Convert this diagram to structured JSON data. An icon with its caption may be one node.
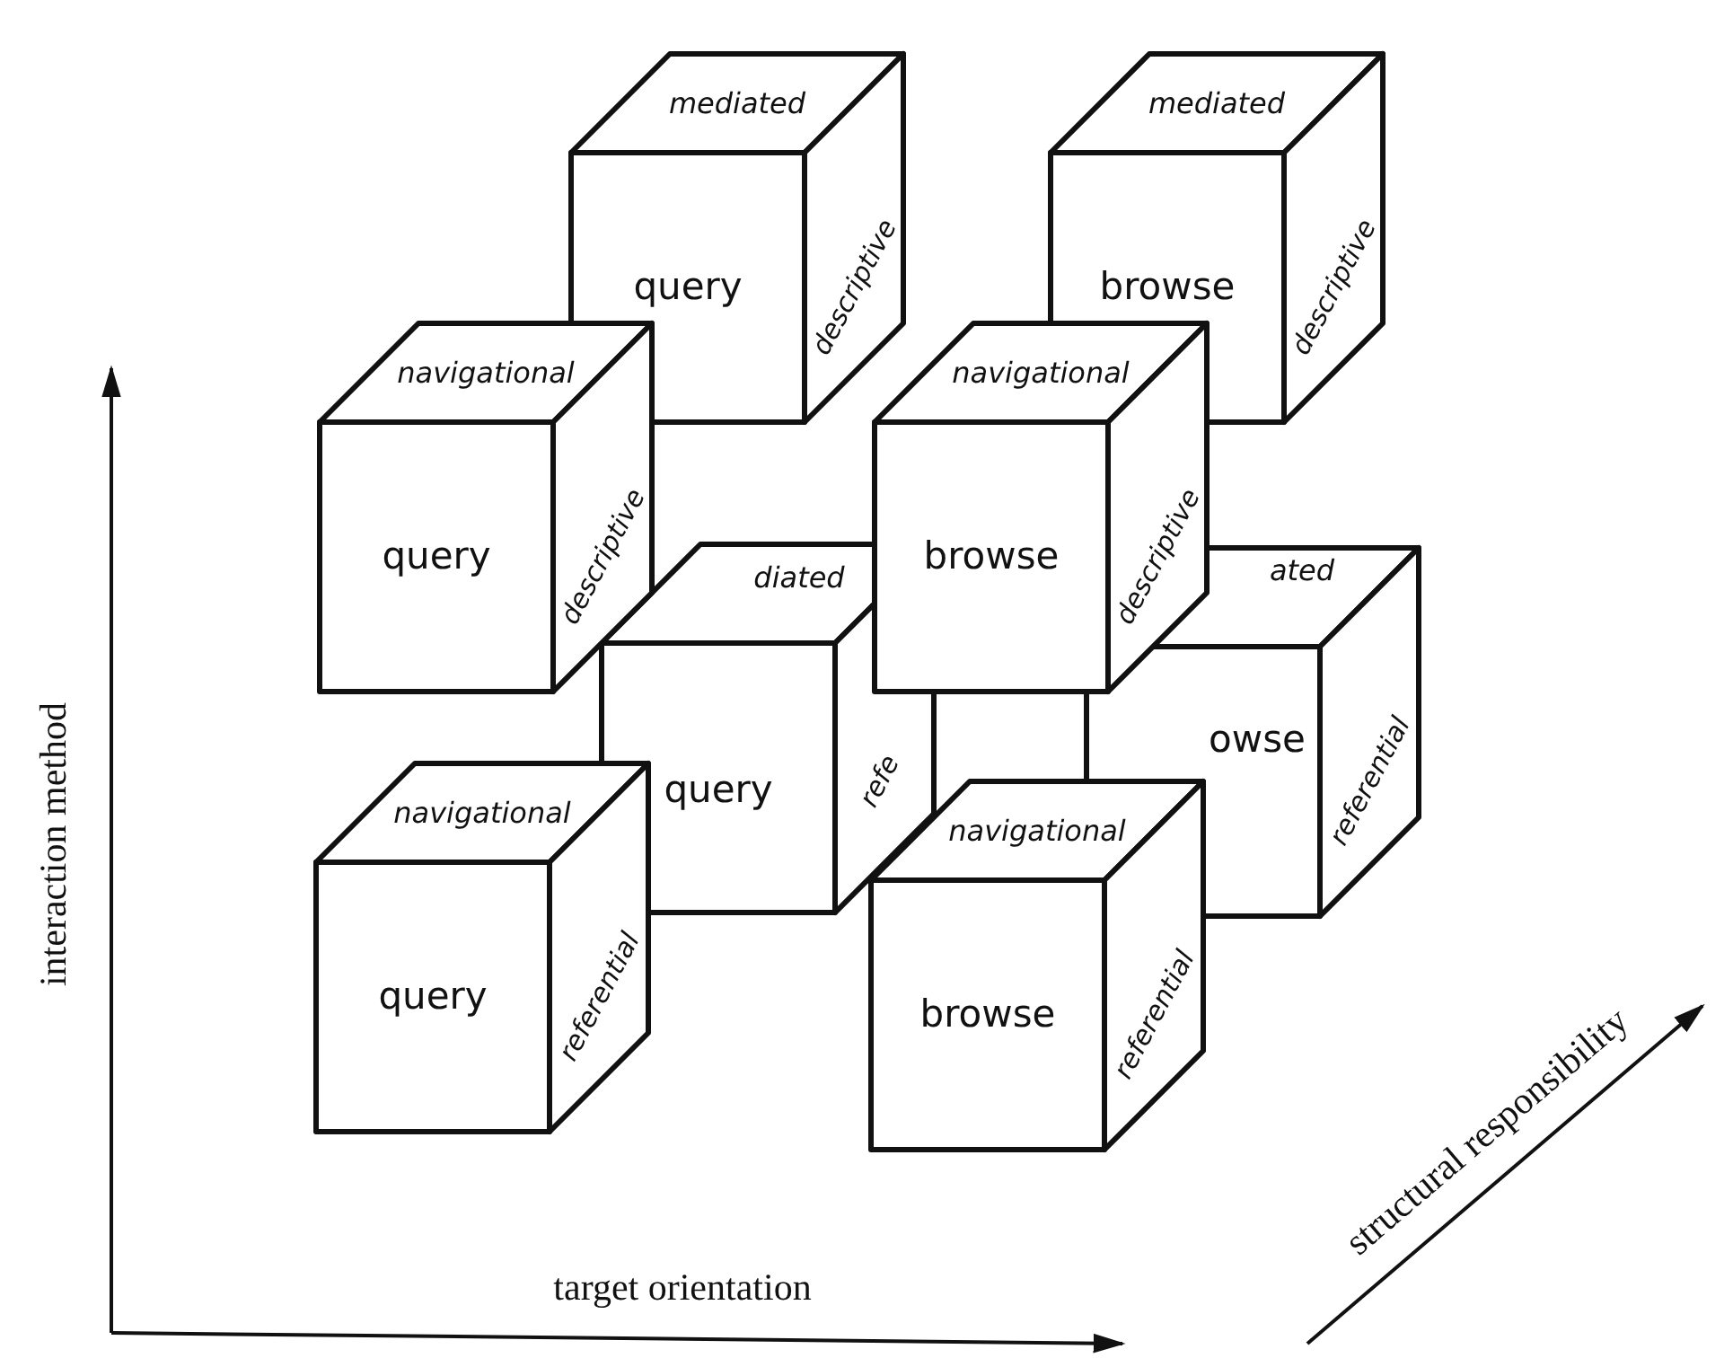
{
  "diagram": {
    "nodes": [
      {
        "text": [
          "mediated",
          "query",
          "descriptive"
        ]
      },
      {
        "text": [
          "mediated",
          "browse",
          "descriptive"
        ]
      },
      {
        "text": [
          "navigational",
          "query",
          "descriptive"
        ]
      },
      {
        "text": [
          "navigational",
          "browse",
          "descriptive"
        ]
      },
      {
        "text": [
          "diated",
          "query",
          "refe"
        ]
      },
      {
        "text": [
          "ated",
          "owse",
          "referential"
        ]
      },
      {
        "text": [
          "navigational",
          "query",
          "referential"
        ]
      },
      {
        "text": [
          "navigational",
          "browse",
          "referential"
        ]
      }
    ],
    "labels": [
      "interaction method",
      "target orientation",
      "structural responsibility"
    ]
  }
}
